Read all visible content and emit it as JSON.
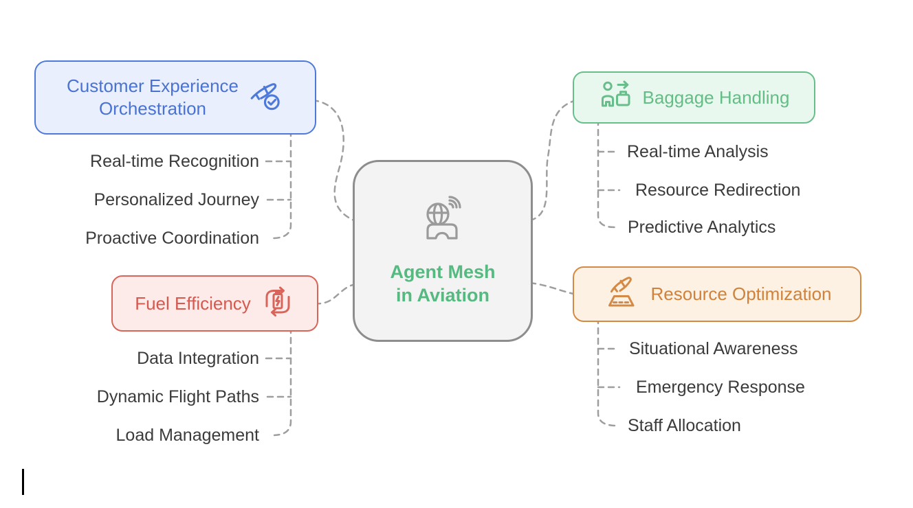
{
  "diagram": {
    "title": "Agent Mesh in Aviation mindmap",
    "background": "#ffffff",
    "connector_color": "#9e9e9e",
    "leaf_text_color": "#3b3b3b",
    "center": {
      "title_line1": "Agent Mesh",
      "title_line2": "in Aviation",
      "icon": "globe-network-vr-icon",
      "accent": "#54ba7f",
      "border": "#8d8d8d",
      "fill": "#f3f3f3"
    },
    "branches": [
      {
        "id": "customer-experience-orchestration",
        "label": "Customer Experience Orchestration",
        "label_lines": [
          "Customer Experience",
          "Orchestration"
        ],
        "icon": "plane-check-icon",
        "color": "#4a73d1",
        "border": "#4d79da",
        "fill": "#e9effc",
        "children": [
          "Real-time Recognition",
          "Personalized Journey",
          "Proactive Coordination"
        ]
      },
      {
        "id": "baggage-handling",
        "label": "Baggage Handling",
        "icon": "person-baggage-icon",
        "color": "#63bd85",
        "border": "#68be8a",
        "fill": "#e9f8ef",
        "children": [
          "Real-time Analysis",
          "Resource Redirection",
          "Predictive Analytics"
        ]
      },
      {
        "id": "fuel-efficiency",
        "label": "Fuel Efficiency",
        "icon": "battery-recycle-icon",
        "color": "#d6584e",
        "border": "#d8645a",
        "fill": "#fcebe9",
        "children": [
          "Data Integration",
          "Dynamic Flight Paths",
          "Load Management"
        ]
      },
      {
        "id": "resource-optimization",
        "label": "Resource Optimization",
        "icon": "plane-takeoff-icon",
        "color": "#d0823c",
        "border": "#d48a47",
        "fill": "#fcf1e2",
        "children": [
          "Situational Awareness",
          "Emergency Response",
          "Staff Allocation"
        ]
      }
    ]
  }
}
